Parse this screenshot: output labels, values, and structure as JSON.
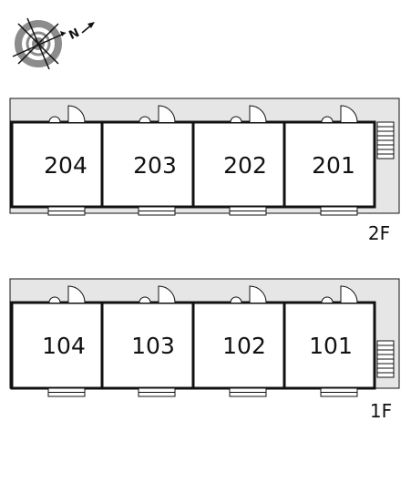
{
  "compass": {
    "label": "N",
    "icon": "compass-rose-icon"
  },
  "floors": [
    {
      "label": "2F",
      "rooms": [
        "204",
        "203",
        "202",
        "201"
      ]
    },
    {
      "label": "1F",
      "rooms": [
        "104",
        "103",
        "102",
        "101"
      ]
    }
  ],
  "colors": {
    "corridor": "#e6e6e6",
    "wall": "#111111",
    "compass_gray": "#8c8c8c"
  }
}
